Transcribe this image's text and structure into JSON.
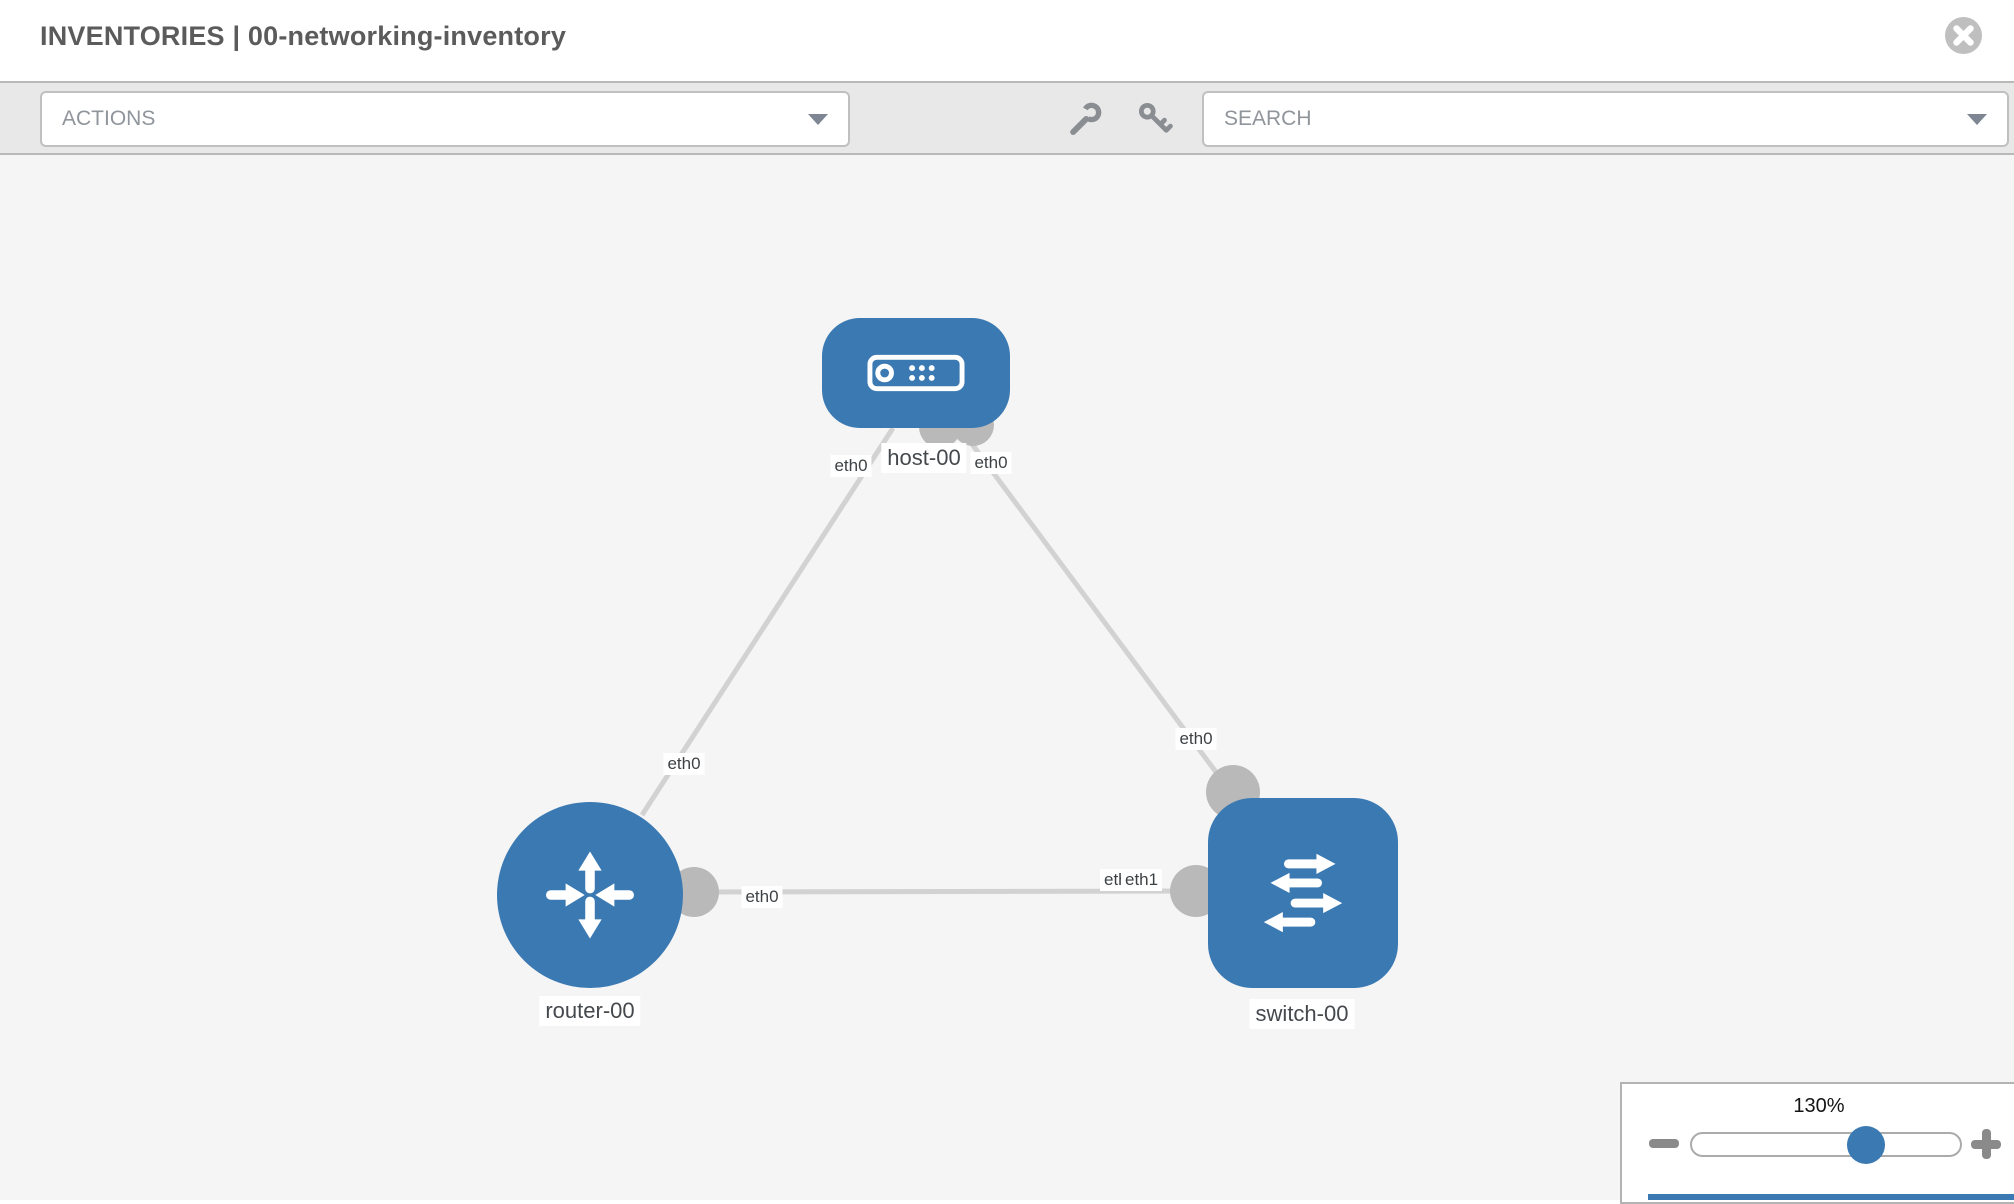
{
  "header": {
    "title": "INVENTORIES | 00-networking-inventory"
  },
  "toolbar": {
    "actions_label": "ACTIONS",
    "search_placeholder": "SEARCH"
  },
  "canvas": {
    "nodes": [
      {
        "id": "host-00",
        "label": "host-00",
        "type": "host"
      },
      {
        "id": "router-00",
        "label": "router-00",
        "type": "router"
      },
      {
        "id": "switch-00",
        "label": "switch-00",
        "type": "switch"
      }
    ],
    "links": [
      {
        "source": "host-00",
        "target": "router-00",
        "source_interface": "eth0",
        "target_interface": "eth0"
      },
      {
        "source": "host-00",
        "target": "switch-00",
        "source_interface": "eth0",
        "target_interface": "eth0"
      },
      {
        "source": "router-00",
        "target": "switch-00",
        "source_interface": "eth0",
        "target_interface": "eth1"
      }
    ],
    "interface_chips": {
      "host_left": "eth0",
      "host_right": "eth0",
      "router_top": "eth0",
      "switch_top": "eth0",
      "router_right": "eth0",
      "switch_left_under": "eth0",
      "switch_left_over": "eth1"
    }
  },
  "zoom_control": {
    "level": "130%"
  },
  "colors": {
    "node_blue": "#3b79b2",
    "edge_gray": "#d2d2d2",
    "endpoint_gray": "#b9b9b9",
    "toolbar_bg": "#e8e8e8",
    "canvas_bg": "#f5f5f5"
  }
}
